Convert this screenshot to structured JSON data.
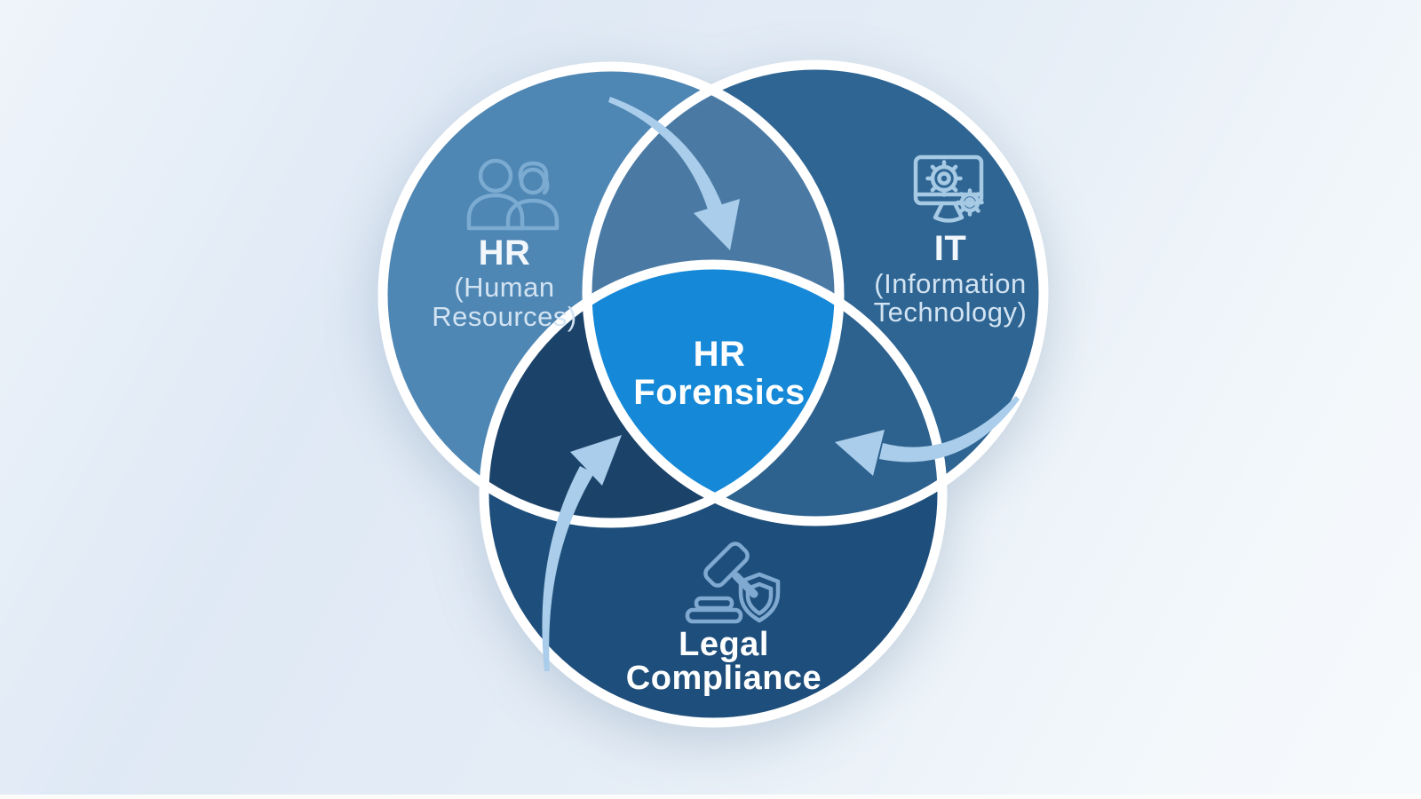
{
  "diagram": {
    "type": "venn-3",
    "rim_color": "#ffffff",
    "arrow_color": "#a9cdea",
    "background": {
      "top_left": "#eff4fa",
      "mid": "#e2ebf5",
      "bottom_right": "#f7fafc"
    },
    "center": {
      "label_line1": "HR",
      "label_line2": "Forensics",
      "fill": "#1588d7",
      "text_color": "#ffffff"
    },
    "circles": {
      "hr": {
        "title": "HR",
        "subtitle_line1": "(Human",
        "subtitle_line2": "Resources)",
        "fill": "#4e86b4",
        "icon": "people-icon",
        "icon_color": "#7babd1",
        "title_color": "#f2f7fc",
        "subtitle_color": "#d2e3f2"
      },
      "it": {
        "title": "IT",
        "subtitle_line1": "(Information",
        "subtitle_line2": "Technology)",
        "fill": "#2e6593",
        "icon": "monitor-gears-icon",
        "icon_color": "#a6c9e4",
        "title_color": "#f2f7fc",
        "subtitle_color": "#d2e3f2"
      },
      "legal": {
        "title_line1": "Legal",
        "title_line2": "Compliance",
        "fill": "#1e4e7b",
        "icon": "gavel-shield-icon",
        "icon_color": "#7fa9d0",
        "title_color": "#ffffff"
      }
    },
    "overlaps": {
      "hr_it": "#4a7aa4",
      "hr_legal": "#1b4269",
      "it_legal": "#2d618e"
    }
  }
}
